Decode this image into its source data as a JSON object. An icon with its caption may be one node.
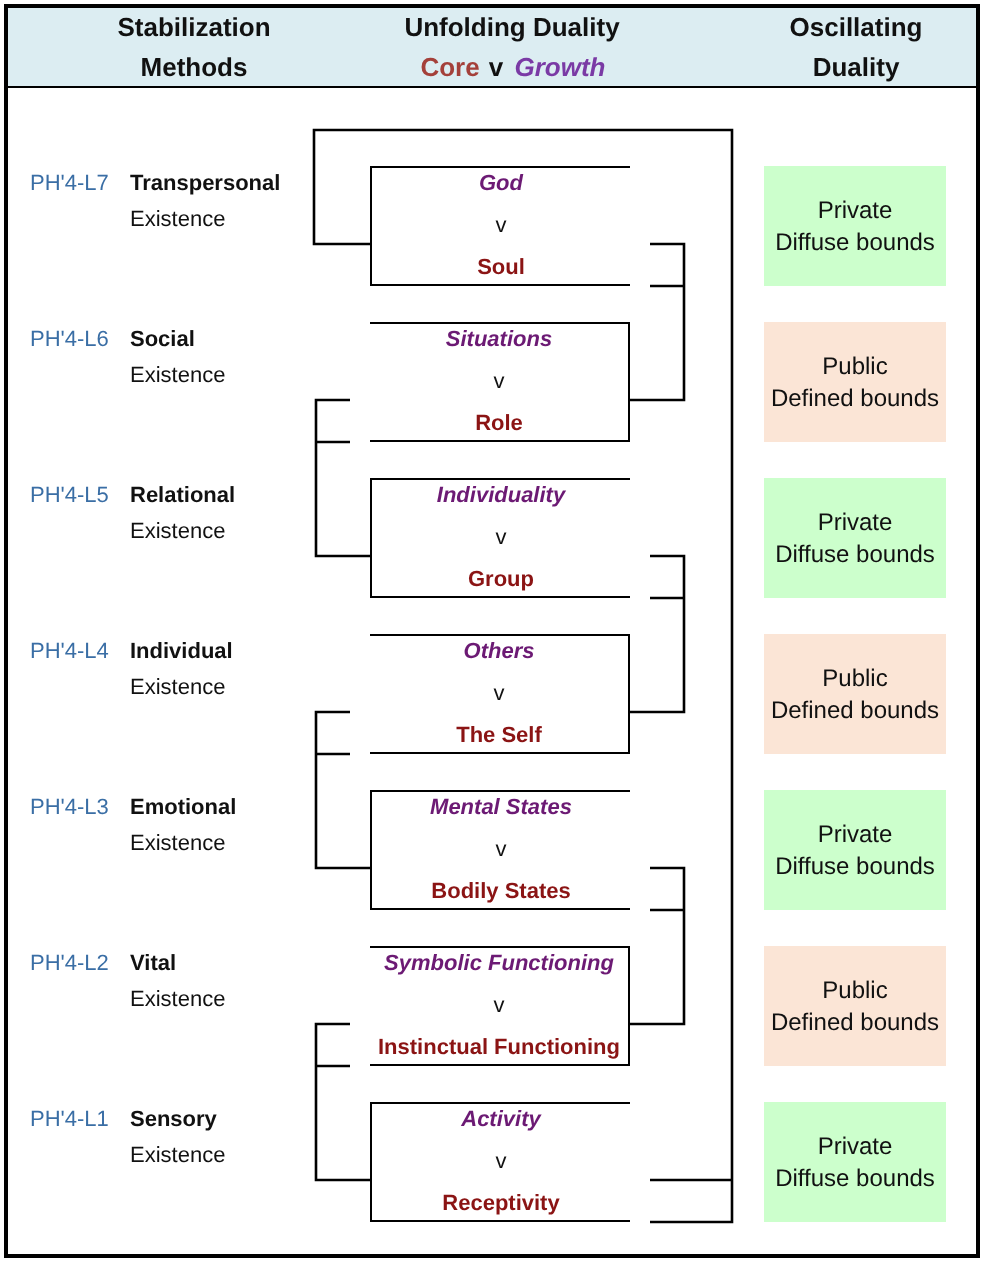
{
  "diagram": {
    "nodes": [
      {
        "text": [
          "God",
          "v",
          "Soul"
        ]
      },
      {
        "text": [
          "Private",
          "Diffuse bounds"
        ]
      },
      {
        "text": [
          "Situations",
          "v",
          "Role"
        ]
      },
      {
        "text": [
          "Public",
          "Defined bounds"
        ]
      },
      {
        "text": [
          "Individuality",
          "v",
          "Group"
        ]
      },
      {
        "text": [
          "Private",
          "Diffuse bounds"
        ]
      },
      {
        "text": [
          "Others",
          "v",
          "The Self"
        ]
      },
      {
        "text": [
          "Public",
          "Defined bounds"
        ]
      },
      {
        "text": [
          "Mental States",
          "v",
          "Bodily States"
        ]
      },
      {
        "text": [
          "Private",
          "Diffuse bounds"
        ]
      },
      {
        "text": [
          "Symbolic Functioning",
          "v",
          "Instinctual Functioning"
        ]
      },
      {
        "text": [
          "Public",
          "Defined bounds"
        ]
      },
      {
        "text": [
          "Activity",
          "v",
          "Receptivity"
        ]
      },
      {
        "text": [
          "Private",
          "Diffuse bounds"
        ]
      }
    ],
    "edges": [
      {
        "from": 0,
        "to": 2,
        "arrow": "none"
      },
      {
        "from": 2,
        "to": 4,
        "arrow": "none"
      },
      {
        "from": 4,
        "to": 6,
        "arrow": "none"
      },
      {
        "from": 6,
        "to": 8,
        "arrow": "none"
      },
      {
        "from": 8,
        "to": 10,
        "arrow": "none"
      },
      {
        "from": 10,
        "to": 12,
        "arrow": "none"
      },
      {
        "from": 12,
        "to": 0,
        "arrow": "none"
      }
    ],
    "labels": [
      "Stabilization Methods",
      "Unfolding Duality",
      "Core",
      "v",
      "Growth",
      "Oscillating Duality",
      "PH'4-L7",
      "**Transpersonal** Existence",
      "PH'4-L6",
      "**Social** Existence",
      "PH'4-L5",
      "**Relational** Existence",
      "PH'4-L4",
      "**Individual** Existence",
      "PH'4-L3",
      "**Emotional** Existence",
      "PH'4-L2",
      "**Vital** Existence",
      "PH'4-L1",
      "**Sensory** Existence"
    ]
  }
}
